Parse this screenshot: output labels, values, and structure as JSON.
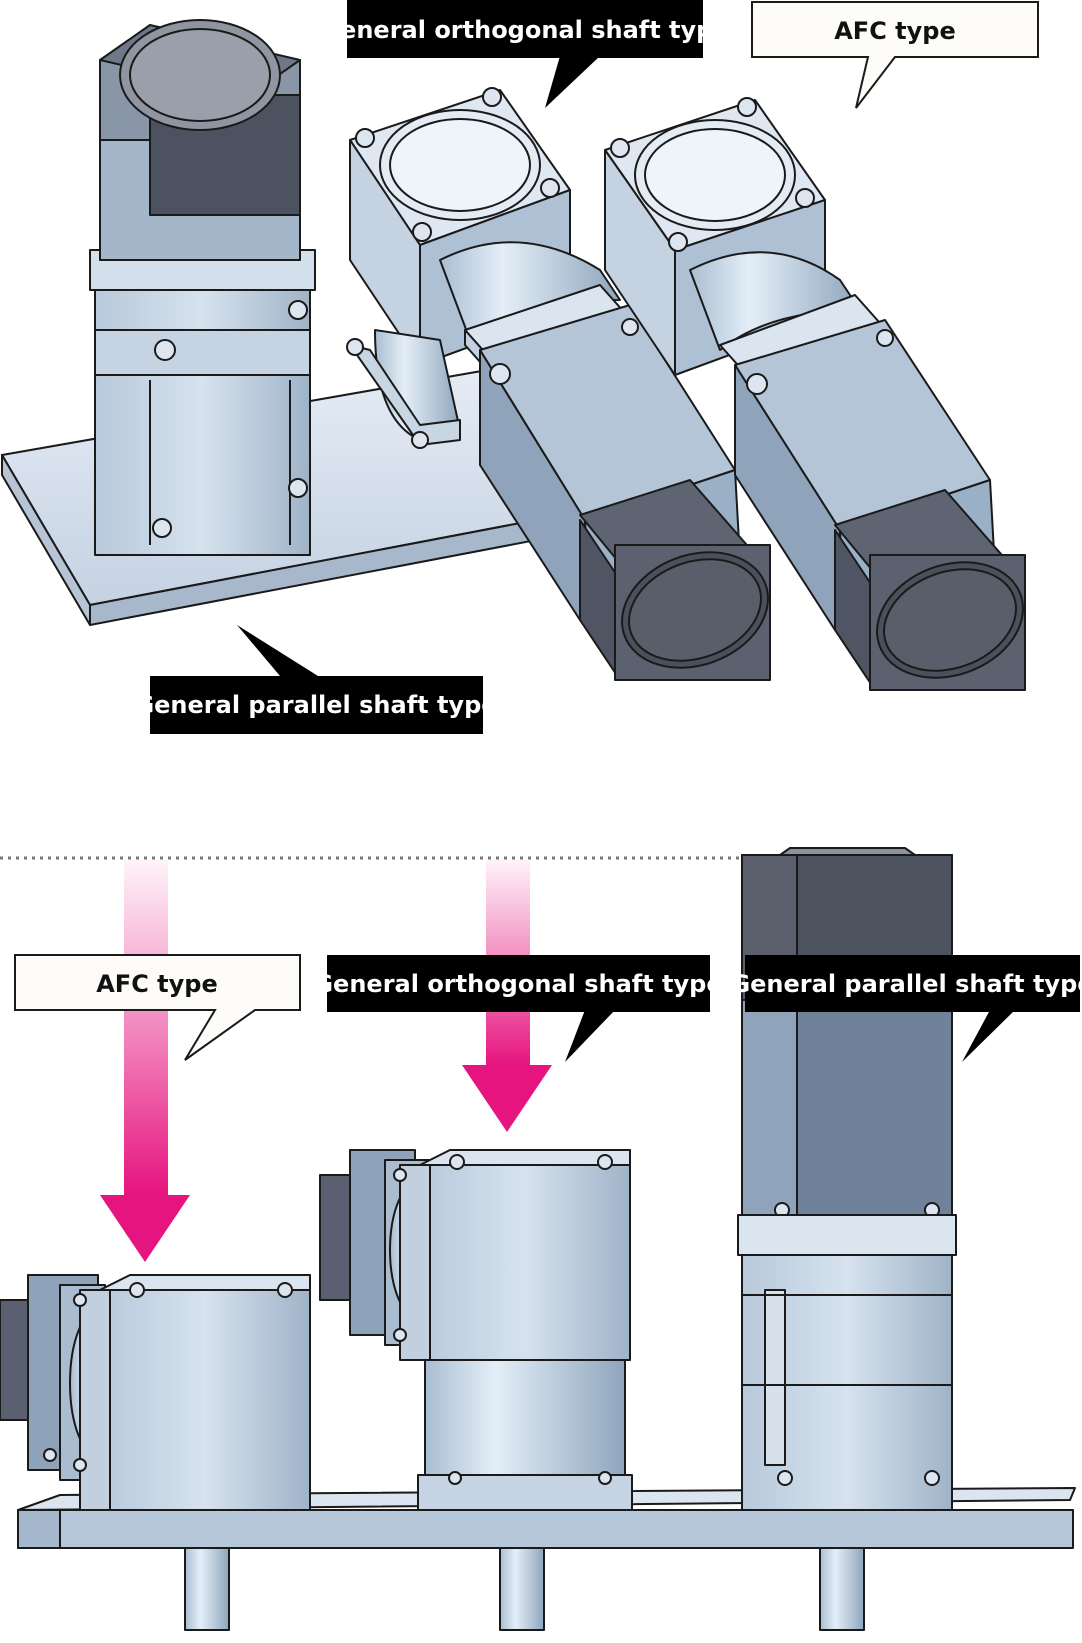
{
  "top_view": {
    "label_orthogonal": "General orthogonal shaft type",
    "label_afc": "AFC type",
    "label_parallel": "General parallel shaft type"
  },
  "side_view": {
    "label_afc": "AFC type",
    "label_orthogonal": "General orthogonal shaft type",
    "label_parallel": "General parallel shaft type"
  },
  "colors": {
    "motor_light": "#c9d6e4",
    "motor_mid": "#9fb3c8",
    "motor_dark": "#6c7f96",
    "motor_black": "#525560",
    "callout_dark": "#000000",
    "callout_light": "#fdfcf8",
    "arrow_pink": "#e6147f"
  }
}
